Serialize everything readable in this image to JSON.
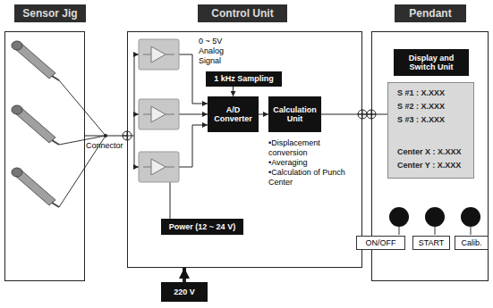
{
  "diagram": {
    "nodes": [
      {
        "text": [
          "Sensor Jig"
        ]
      },
      {
        "text": [
          "Control Unit"
        ]
      },
      {
        "text": [
          "Pendant"
        ]
      },
      {
        "text": [
          "1 kHz Sampling"
        ],
        "in": 1
      },
      {
        "text": [
          "A/D Converter"
        ],
        "in": 1
      },
      {
        "text": [
          "Calculation Unit"
        ],
        "in": 1
      },
      {
        "text": [
          "Power (12 ~ 24 V)"
        ],
        "in": 1
      },
      {
        "text": [
          "220 V"
        ]
      },
      {
        "text": [
          "Display and Switch Unit"
        ],
        "in": 2
      },
      {
        "text": [
          "S #1 : X.XXX",
          "S #2 : X.XXX",
          "S #3 : X.XXX",
          "Center X : X.XXX",
          "Center Y : X.XXX"
        ],
        "in": 2
      },
      {
        "text": [
          "ON/OFF"
        ]
      },
      {
        "text": [
          "START"
        ]
      },
      {
        "text": [
          "Calib."
        ]
      }
    ],
    "edges": [
      {
        "from": 0,
        "to": 1,
        "arrow": "none"
      },
      {
        "from": 3,
        "to": 4,
        "arrow": "to"
      },
      {
        "from": 4,
        "to": 5,
        "arrow": "to"
      },
      {
        "from": 5,
        "to": 9,
        "arrow": "none"
      },
      {
        "from": 7,
        "to": 1,
        "arrow": "to"
      }
    ],
    "labels": [
      "Connector",
      "0 ~ 5V Analog Signal",
      "•Displacement conversion",
      "•Averaging",
      "•Calculation of Punch Center"
    ]
  }
}
